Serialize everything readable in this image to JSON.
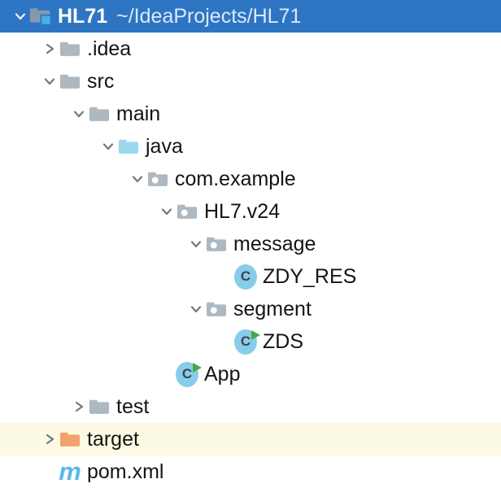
{
  "colors": {
    "selection_bg": "#2d75c2",
    "selected_text": "#ffffff",
    "row_highlight_bg": "#fcfae3",
    "text": "#141414",
    "chevron_gray": "#71787d",
    "folder_gray": "#aeb8c0",
    "sources_root_blue": "#9cd8f0",
    "excluded_folder_orange": "#f0a36c",
    "class_circle_blue": "#87cde9",
    "run_arrow_green": "#49a64d",
    "maven_blue": "#57b9e9",
    "project_folder_gray": "#8599ab",
    "project_square_blue": "#45b2e6"
  },
  "tree": {
    "rows": [
      {
        "label": "HL71",
        "path": "~/IdeaProjects/HL71",
        "level": 0,
        "icon": "project-folder-icon",
        "chevron": "expanded",
        "selected": true
      },
      {
        "label": ".idea",
        "level": 1,
        "icon": "folder-icon",
        "chevron": "collapsed"
      },
      {
        "label": "src",
        "level": 1,
        "icon": "folder-icon",
        "chevron": "expanded"
      },
      {
        "label": "main",
        "level": 2,
        "icon": "folder-icon",
        "chevron": "expanded"
      },
      {
        "label": "java",
        "level": 3,
        "icon": "sources-root-icon",
        "chevron": "expanded"
      },
      {
        "label": "com.example",
        "level": 4,
        "icon": "package-icon",
        "chevron": "expanded"
      },
      {
        "label": "HL7.v24",
        "level": 5,
        "icon": "package-icon",
        "chevron": "expanded"
      },
      {
        "label": "message",
        "level": 6,
        "icon": "package-icon",
        "chevron": "expanded"
      },
      {
        "label": "ZDY_RES",
        "level": 7,
        "icon": "class-icon",
        "chevron": "none"
      },
      {
        "label": "segment",
        "level": 6,
        "icon": "package-icon",
        "chevron": "expanded"
      },
      {
        "label": "ZDS",
        "level": 7,
        "icon": "class-icon-with-run-badge",
        "chevron": "none"
      },
      {
        "label": "App",
        "level": 5,
        "icon": "class-icon-with-run-badge",
        "chevron": "none"
      },
      {
        "label": "test",
        "level": 2,
        "icon": "folder-icon",
        "chevron": "collapsed"
      },
      {
        "label": "target",
        "level": 1,
        "icon": "excluded-folder-icon",
        "chevron": "collapsed",
        "highlighted": true
      },
      {
        "label": "pom.xml",
        "level": 1,
        "icon": "maven-icon",
        "chevron": "none"
      }
    ]
  }
}
